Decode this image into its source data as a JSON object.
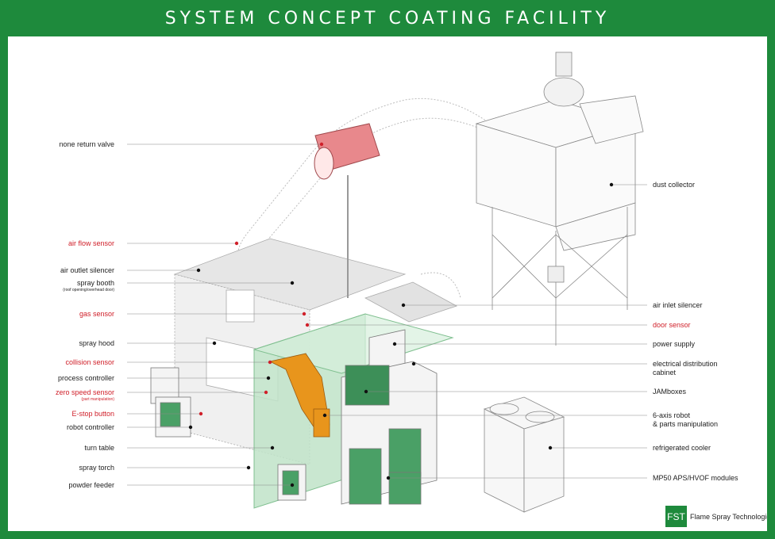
{
  "title": "SYSTEM CONCEPT COATING FACILITY",
  "colors": {
    "frame": "#1e8a3c",
    "sensor_label": "#d0202a",
    "valve": "#e8888c",
    "booth_green": "#bfe3c8",
    "robot": "#e8951c"
  },
  "left_labels": [
    {
      "text": "none return valve",
      "sub": "",
      "red": false
    },
    {
      "text": "air flow sensor",
      "sub": "",
      "red": true
    },
    {
      "text": "air outlet silencer",
      "sub": "",
      "red": false
    },
    {
      "text": "spray booth",
      "sub": "(roof opening/overhead door)",
      "red": false
    },
    {
      "text": "gas sensor",
      "sub": "",
      "red": true
    },
    {
      "text": "spray hood",
      "sub": "",
      "red": false
    },
    {
      "text": "collision sensor",
      "sub": "",
      "red": true
    },
    {
      "text": "process controller",
      "sub": "",
      "red": false
    },
    {
      "text": "zero speed sensor",
      "sub": "(part manipulation)",
      "red": true
    },
    {
      "text": "E-stop button",
      "sub": "",
      "red": true
    },
    {
      "text": "robot controller",
      "sub": "",
      "red": false
    },
    {
      "text": "turn table",
      "sub": "",
      "red": false
    },
    {
      "text": "spray torch",
      "sub": "",
      "red": false
    },
    {
      "text": "powder feeder",
      "sub": "",
      "red": false
    }
  ],
  "right_labels": [
    {
      "text": "dust collector",
      "line2": "",
      "red": false
    },
    {
      "text": "air inlet silencer",
      "line2": "",
      "red": false
    },
    {
      "text": "door sensor",
      "line2": "",
      "red": true
    },
    {
      "text": "power supply",
      "line2": "",
      "red": false
    },
    {
      "text": "electrical distribution",
      "line2": "cabinet",
      "red": false
    },
    {
      "text": "JAMboxes",
      "line2": "",
      "red": false
    },
    {
      "text": "6-axis robot",
      "line2": "& parts manipulation",
      "red": false
    },
    {
      "text": "refrigerated cooler",
      "line2": "",
      "red": false
    },
    {
      "text": "MP50 APS/HVOF modules",
      "line2": "",
      "red": false
    }
  ],
  "logo": {
    "mark": "FST",
    "name": "Flame Spray Technologies"
  }
}
